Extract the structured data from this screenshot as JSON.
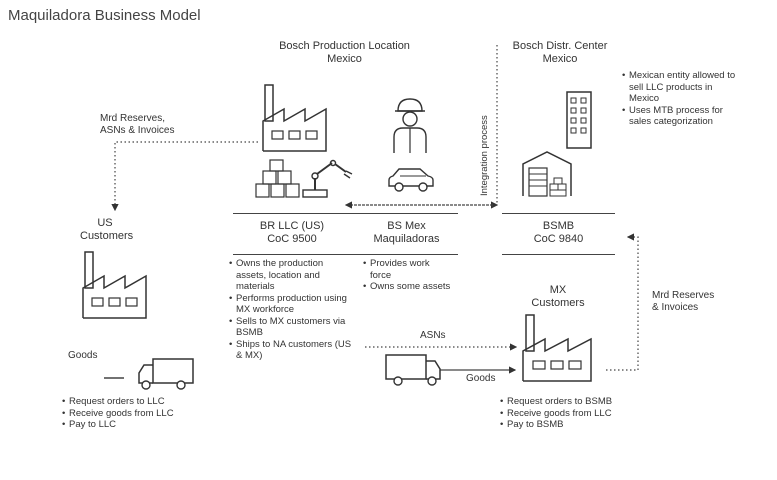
{
  "title": "Maquiladora Business Model",
  "bosch_production": {
    "heading": "Bosch Production Location\nMexico"
  },
  "bosch_dist": {
    "heading": "Bosch Distr. Center\nMexico",
    "bullets": [
      "Mexican entity allowed to sell LLC products in Mexico",
      "Uses MTB process for sales categorization"
    ]
  },
  "us_customers": {
    "heading": "US\nCustomers",
    "goods_label": "Goods",
    "bullets": [
      "Request orders to LLC",
      "Receive goods from LLC",
      "Pay to LLC"
    ]
  },
  "flows": {
    "mrd_top": "Mrd Reserves,\nASNs & Invoices",
    "mrd_right": "Mrd Reserves\n& Invoices",
    "integration": "Integration process",
    "asns": "ASNs",
    "goods_bottom": "Goods"
  },
  "br_llc": {
    "heading": "BR LLC (US)\nCoC 9500",
    "bullets": [
      "Owns the production assets, location and materials",
      "Performs production using MX workforce",
      "Sells to MX customers via BSMB",
      "Ships to NA customers (US & MX)"
    ]
  },
  "bs_mex": {
    "heading": "BS Mex\nMaquiladoras",
    "bullets": [
      "Provides work force",
      "Owns some assets"
    ]
  },
  "bsmb": {
    "heading": "BSMB\nCoC 9840"
  },
  "mx_customers": {
    "heading": "MX\nCustomers",
    "bullets": [
      "Request orders to BSMB",
      "Receive goods from LLC",
      "Pay to BSMB"
    ]
  }
}
